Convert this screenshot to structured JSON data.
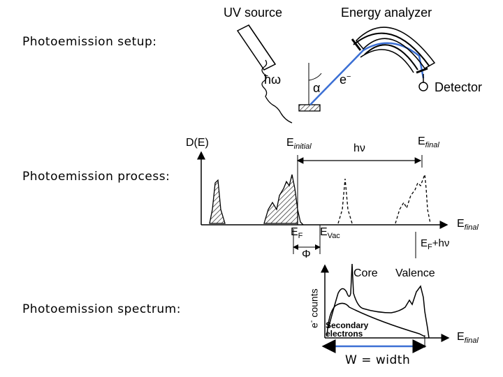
{
  "sections": {
    "setup": "Photoemission setup:",
    "process": "Photoemission process:",
    "spectrum": "Photoemission spectrum:"
  },
  "setup": {
    "uv_source": "UV source",
    "energy_analyzer": "Energy analyzer",
    "detector": "Detector",
    "photon": "ħω",
    "alpha": "α",
    "electron": "e",
    "electron_sup": "−"
  },
  "process": {
    "dos": "D(E)",
    "e_initial": "E",
    "e_initial_sub": "initial",
    "hnu": "hν",
    "e_final": "E",
    "e_final_sub": "final",
    "ef": "E",
    "ef_sub": "F",
    "evac": "E",
    "evac_sub": "Vac",
    "phi": "Φ"
  },
  "spectrum": {
    "e_final": "E",
    "e_final_sub": "final",
    "ef_hnu": "E",
    "ef_hnu_sub": "F",
    "ef_hnu_tail": "+hν",
    "core": "Core",
    "valence": "Valence",
    "secondary": "Secondary",
    "electrons": "electrons",
    "ylabel": "e",
    "ylabel_sup": "-",
    "ylabel_tail": " counts",
    "e_final_bottom": "E",
    "e_final_bottom_sub": "final",
    "width": "W = width"
  },
  "colors": {
    "electron_path": "#3b6fd4",
    "ink": "#000000"
  }
}
